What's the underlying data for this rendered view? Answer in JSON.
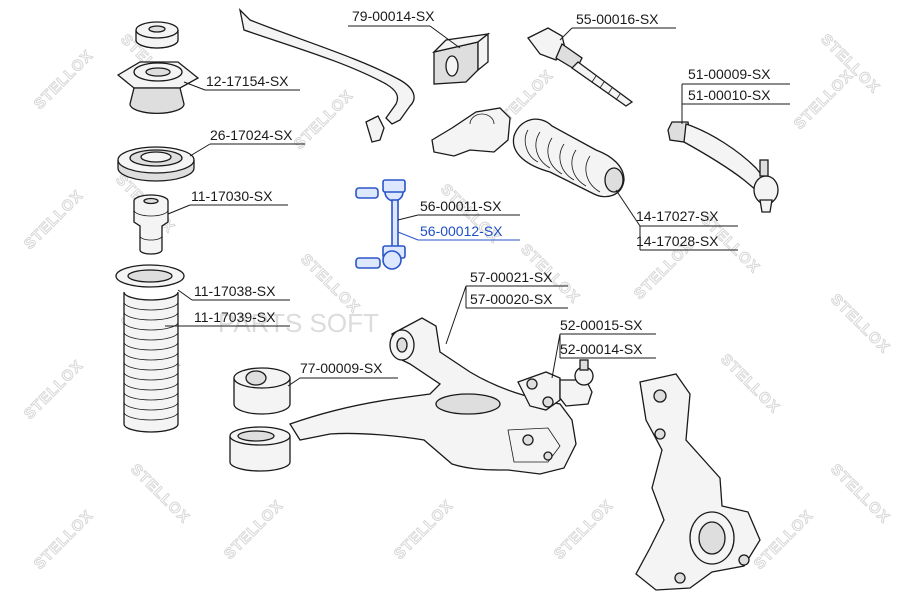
{
  "watermark": {
    "brand": "STELLOX",
    "overlay": "PARTS SOFT"
  },
  "colors": {
    "highlight": "#2a55c9",
    "text": "#1a1a1a",
    "watermark": "#d7d7d7"
  },
  "labels": {
    "p12_17154": "12-17154-SX",
    "p26_17024": "26-17024-SX",
    "p11_17030": "11-17030-SX",
    "p11_17038": "11-17038-SX",
    "p11_17039": "11-17039-SX",
    "p79_00014": "79-00014-SX",
    "p56_00011": "56-00011-SX",
    "p56_00012": "56-00012-SX",
    "p55_00016": "55-00016-SX",
    "p51_00009": "51-00009-SX",
    "p51_00010": "51-00010-SX",
    "p14_17027": "14-17027-SX",
    "p14_17028": "14-17028-SX",
    "p57_00021": "57-00021-SX",
    "p57_00020": "57-00020-SX",
    "p52_00015": "52-00015-SX",
    "p52_00014": "52-00014-SX",
    "p77_00009": "77-00009-SX"
  }
}
